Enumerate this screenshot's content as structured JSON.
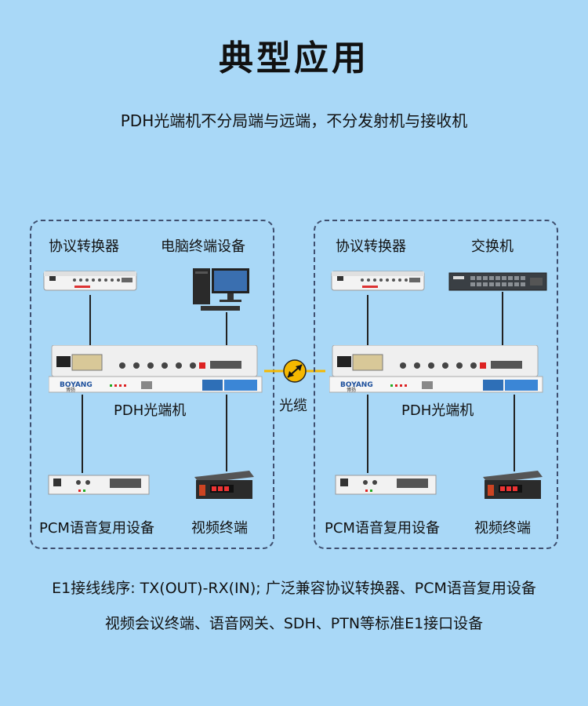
{
  "title": "典型应用",
  "subtitle": "PDH光端机不分局端与远端，不分发射机与接收机",
  "left": {
    "top_left_label": "协议转换器",
    "top_right_label": "电脑终端设备",
    "center_label": "PDH光端机",
    "bottom_left_label": "PCM语音复用设备",
    "bottom_right_label": "视频终端"
  },
  "right": {
    "top_left_label": "协议转换器",
    "top_right_label": "交换机",
    "center_label": "PDH光端机",
    "bottom_left_label": "PCM语音复用设备",
    "bottom_right_label": "视频终端"
  },
  "fiber_label": "光缆",
  "brand": "BOYANG",
  "brand_cn": "博扬",
  "footer_line1": "E1接线线序: TX(OUT)-RX(IN); 广泛兼容协议转换器、PCM语音复用设备",
  "footer_line2": "视频会议终端、语音网关、SDH、PTN等标准E1接口设备",
  "colors": {
    "background": "#a9d8f7",
    "fiber": "#f5b800",
    "dashed_border": "#3f4f6f"
  }
}
